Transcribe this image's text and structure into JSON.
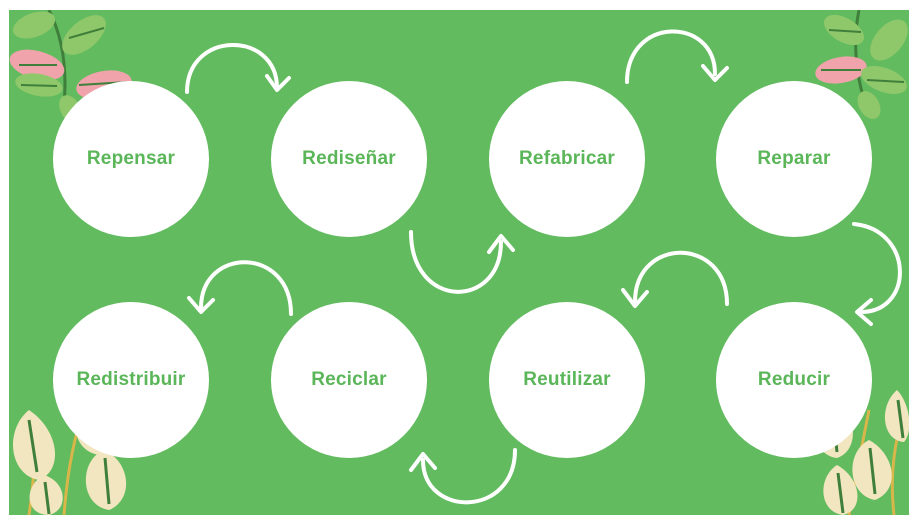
{
  "colors": {
    "background": "#62bb5f",
    "circle": "#ffffff",
    "label": "#5ab658",
    "arrow": "#ffffff",
    "leaf_green": "#8fc86a",
    "leaf_dark": "#3f7f3b",
    "leaf_pink": "#f0a3ab",
    "leaf_cream": "#f1e6c0"
  },
  "diagram": {
    "steps": [
      {
        "label": "Repensar"
      },
      {
        "label": "Rediseñar"
      },
      {
        "label": "Refabricar"
      },
      {
        "label": "Reparar"
      },
      {
        "label": "Reducir"
      },
      {
        "label": "Reutilizar"
      },
      {
        "label": "Reciclar"
      },
      {
        "label": "Redistribuir"
      }
    ]
  }
}
